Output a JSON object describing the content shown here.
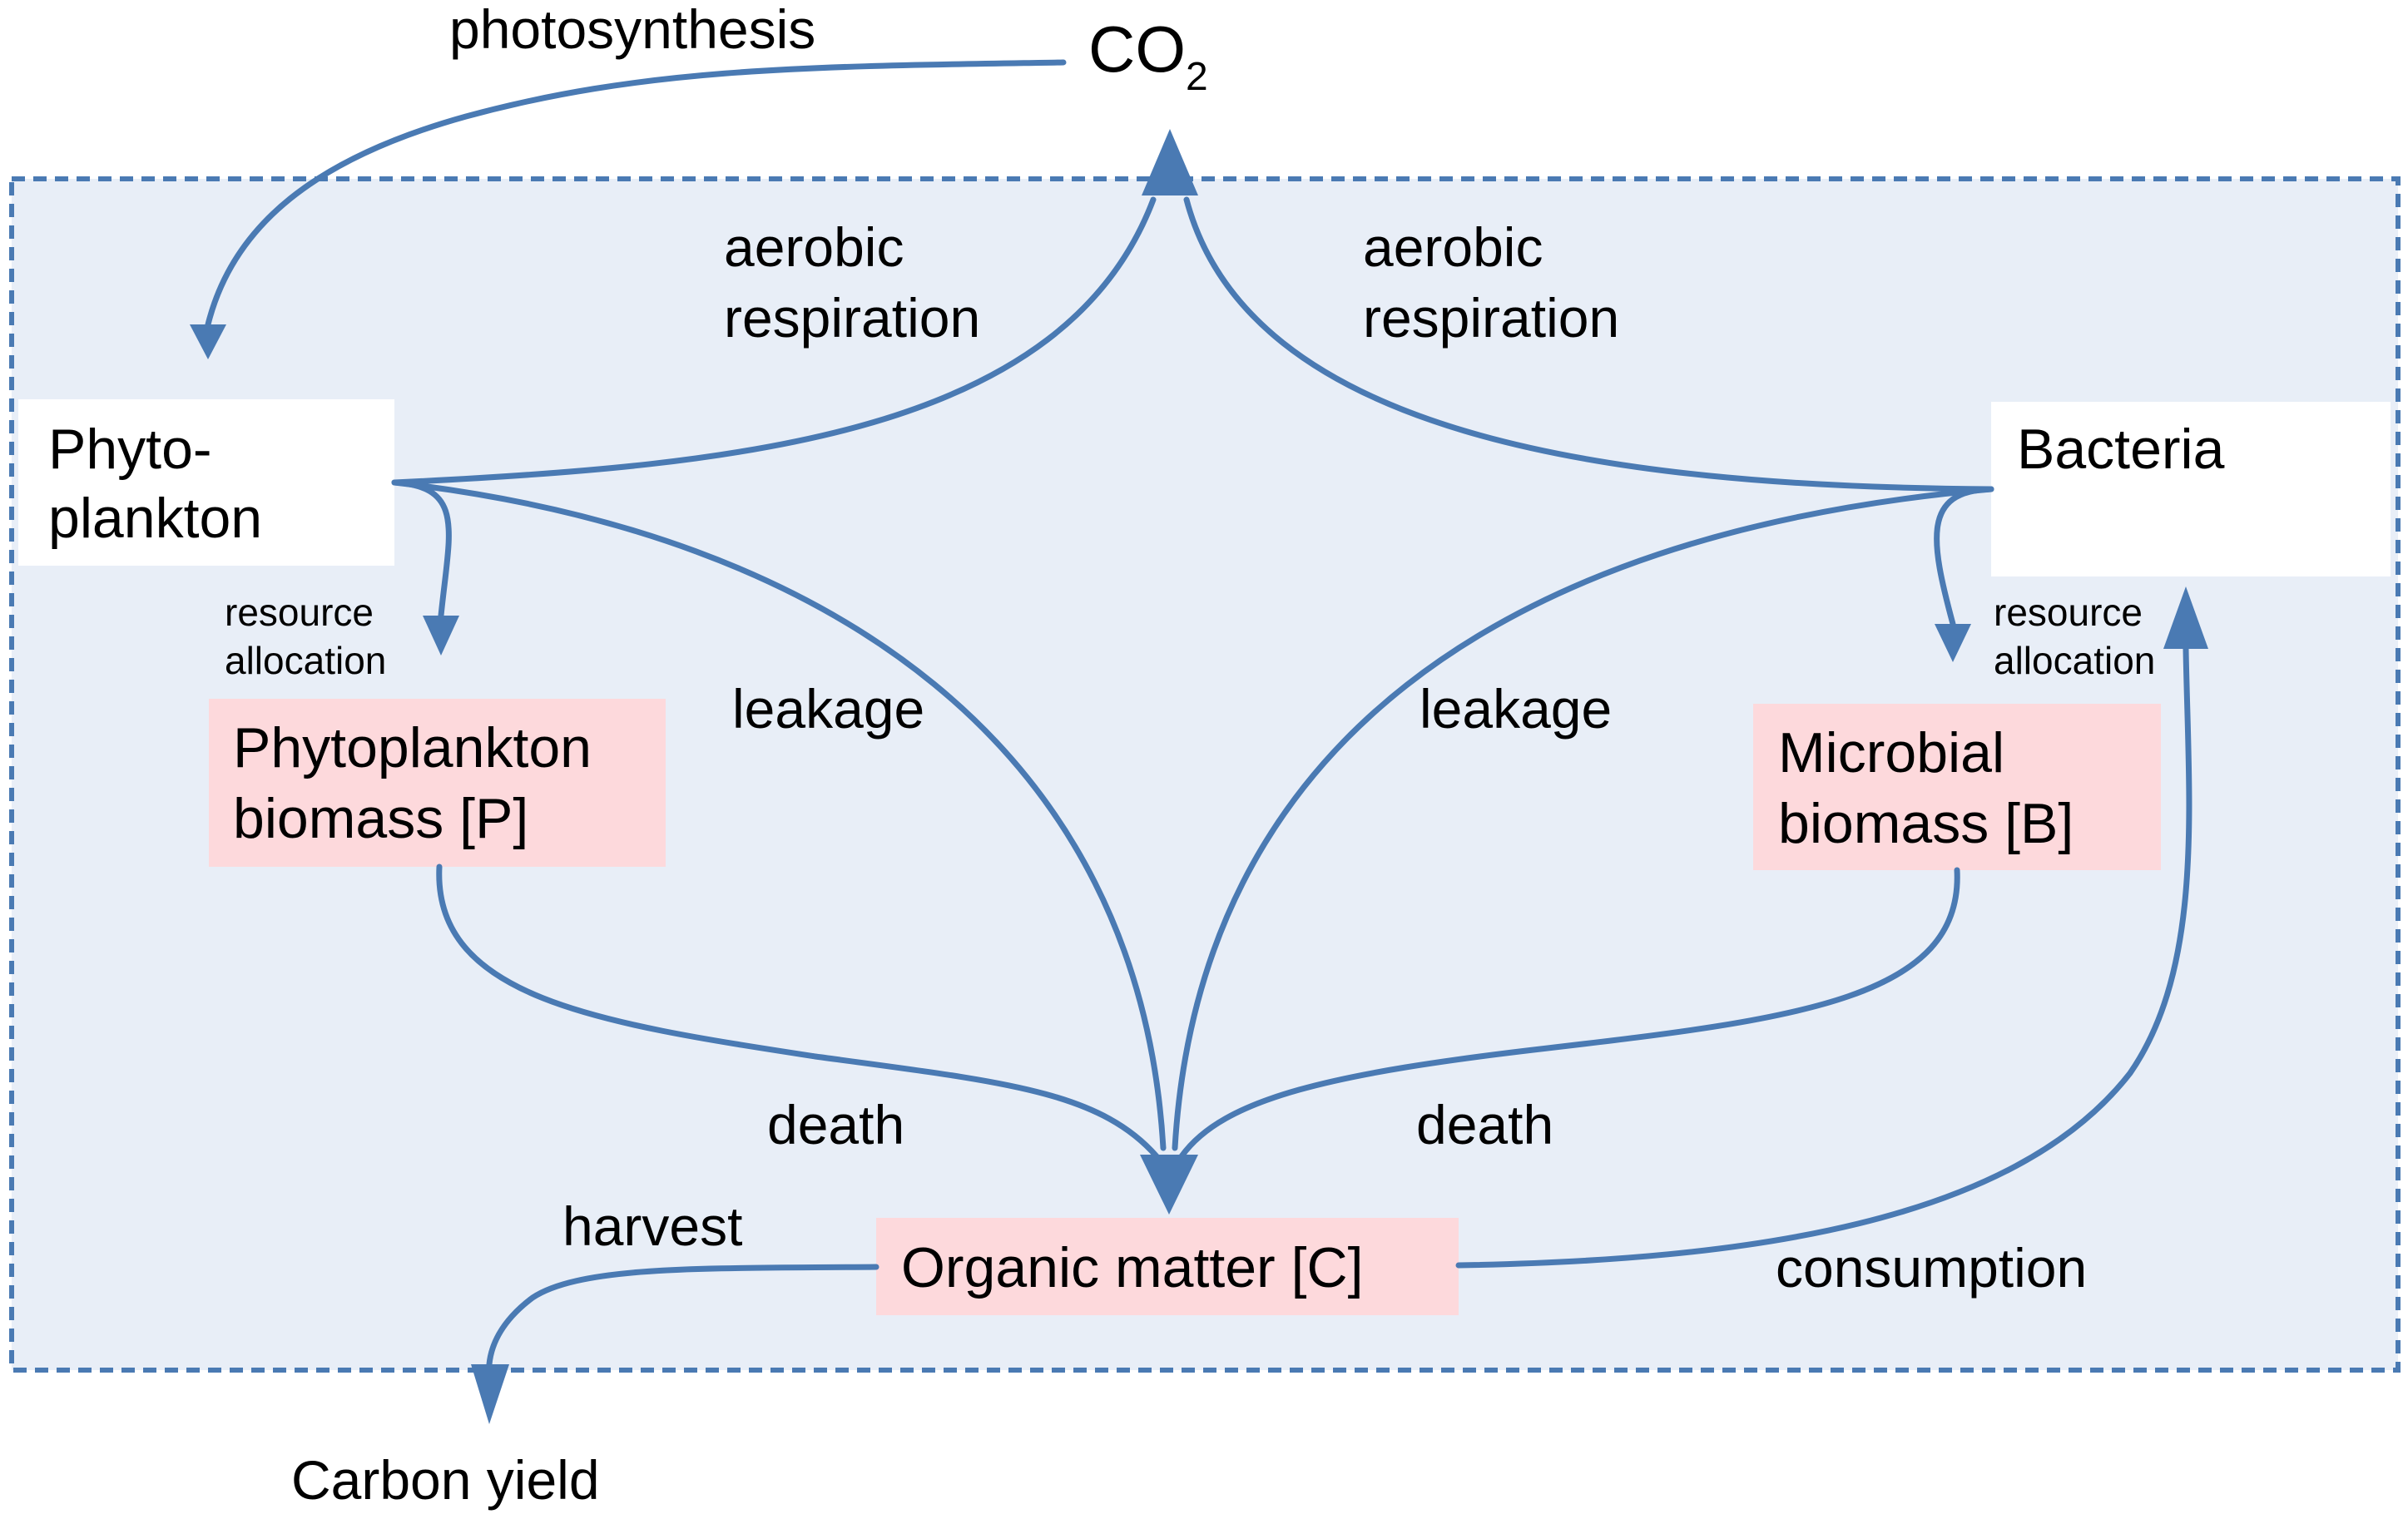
{
  "nodes": {
    "co2": {
      "main": "CO",
      "sub": "2"
    },
    "phytoplankton": {
      "line1": "Phyto-",
      "line2": "plankton"
    },
    "bacteria": {
      "label": "Bacteria"
    },
    "phyto_biomass": {
      "line1": "Phytoplankton",
      "line2": "biomass [P]"
    },
    "microbial_biomass": {
      "line1": "Microbial",
      "line2": "biomass [B]"
    },
    "organic_matter": {
      "label": "Organic matter [C]"
    },
    "carbon_yield": {
      "label": "Carbon yield"
    }
  },
  "flows": {
    "photosynthesis": "photosynthesis",
    "respiration_left": {
      "line1": "aerobic",
      "line2": "respiration"
    },
    "respiration_right": {
      "line1": "aerobic",
      "line2": "respiration"
    },
    "allocation_left": {
      "line1": "resource",
      "line2": "allocation"
    },
    "allocation_right": {
      "line1": "resource",
      "line2": "allocation"
    },
    "leakage_left": "leakage",
    "leakage_right": "leakage",
    "death_left": "death",
    "death_right": "death",
    "harvest": "harvest",
    "consumption": "consumption"
  },
  "colors": {
    "arrow": "#4a7ab3",
    "system_fill": "#e8eef7",
    "system_border": "#4a7ab3",
    "pool_fill": "#fdd9dc",
    "organism_fill": "#ffffff"
  }
}
